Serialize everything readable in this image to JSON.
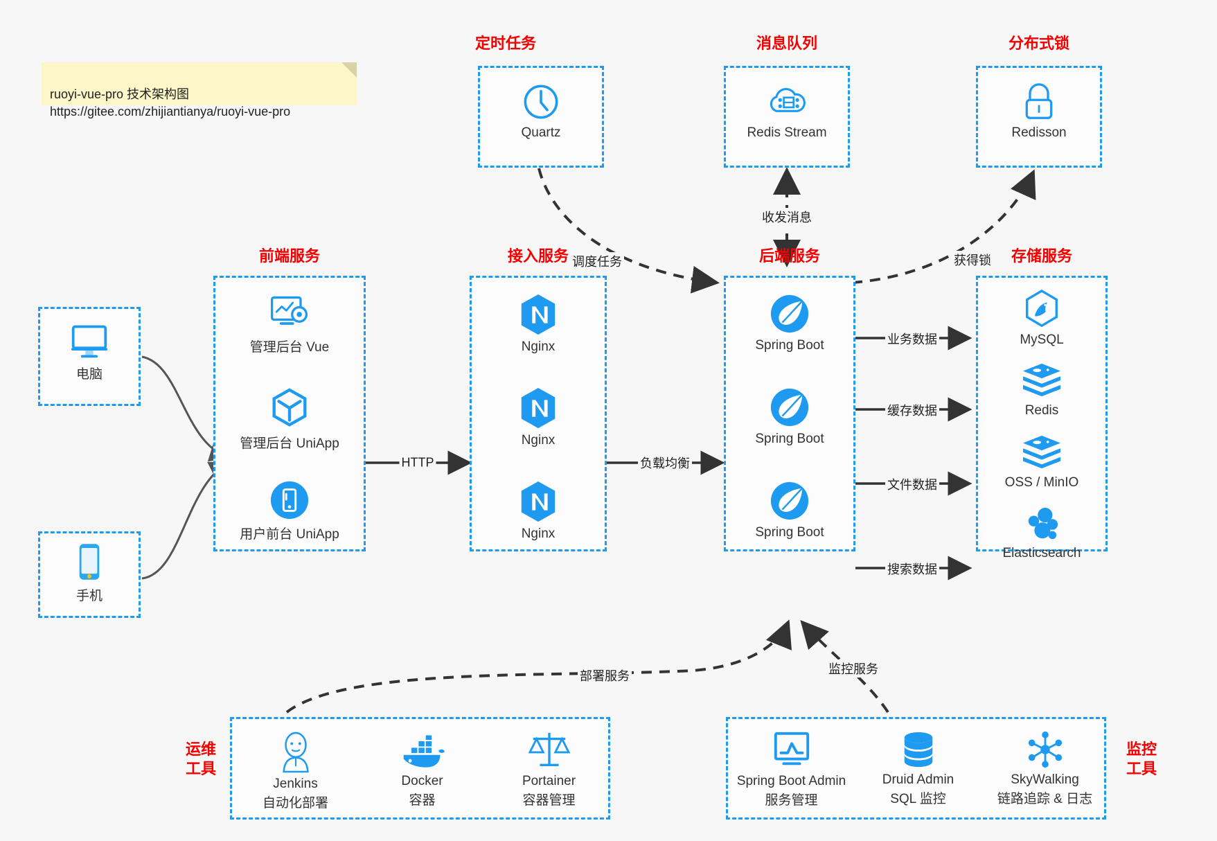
{
  "note": {
    "name": "diagram-note",
    "text": "ruoyi-vue-pro 技术架构图\nhttps://gitee.com/zhijiantianya/ruoyi-vue-pro"
  },
  "colors": {
    "accent_blue": "#1e9bf0",
    "title_red": "#f50000",
    "background": "#f7f7f7",
    "edge_dark": "#333333",
    "edge_gray": "#555555",
    "note_bg": "#fcf7c8"
  },
  "groups": {
    "scheduled_task": {
      "title": "定时任务",
      "items": [
        {
          "label": "Quartz",
          "icon": "clock-icon"
        }
      ]
    },
    "message_queue": {
      "title": "消息队列",
      "items": [
        {
          "label": "Redis Stream",
          "icon": "cloud-stream-icon"
        }
      ]
    },
    "distributed_lock": {
      "title": "分布式锁",
      "items": [
        {
          "label": "Redisson",
          "icon": "lock-icon"
        }
      ]
    },
    "clients": {
      "items": [
        {
          "label": "电脑",
          "icon": "desktop-monitor-icon"
        },
        {
          "label": "手机",
          "icon": "mobile-phone-icon"
        }
      ]
    },
    "frontend": {
      "title": "前端服务",
      "items": [
        {
          "label": "管理后台 Vue",
          "icon": "dashboard-gear-icon"
        },
        {
          "label": "管理后台 UniApp",
          "icon": "hexagon-cube-icon"
        },
        {
          "label": "用户前台 UniApp",
          "icon": "phone-circle-icon"
        }
      ]
    },
    "gateway": {
      "title": "接入服务",
      "items": [
        {
          "label": "Nginx",
          "icon": "nginx-icon"
        },
        {
          "label": "Nginx",
          "icon": "nginx-icon"
        },
        {
          "label": "Nginx",
          "icon": "nginx-icon"
        }
      ]
    },
    "backend": {
      "title": "后端服务",
      "items": [
        {
          "label": "Spring Boot",
          "icon": "spring-boot-icon"
        },
        {
          "label": "Spring Boot",
          "icon": "spring-boot-icon"
        },
        {
          "label": "Spring Boot",
          "icon": "spring-boot-icon"
        }
      ]
    },
    "storage": {
      "title": "存储服务",
      "items": [
        {
          "label": "MySQL",
          "icon": "mysql-icon"
        },
        {
          "label": "Redis",
          "icon": "redis-icon"
        },
        {
          "label": "OSS / MinIO",
          "icon": "oss-minio-icon"
        },
        {
          "label": "Elasticsearch",
          "icon": "elasticsearch-icon"
        }
      ]
    },
    "devops": {
      "title": "运维\n工具",
      "title_line1": "运维",
      "title_line2": "工具",
      "items": [
        {
          "label": "Jenkins",
          "sub": "自动化部署",
          "icon": "jenkins-icon"
        },
        {
          "label": "Docker",
          "sub": "容器",
          "icon": "docker-whale-icon"
        },
        {
          "label": "Portainer",
          "sub": "容器管理",
          "icon": "scales-icon"
        }
      ]
    },
    "monitoring": {
      "title_line1": "监控",
      "title_line2": "工具",
      "items": [
        {
          "label": "Spring Boot Admin",
          "sub": "服务管理",
          "icon": "monitor-chart-icon"
        },
        {
          "label": "Druid Admin",
          "sub": "SQL 监控",
          "icon": "database-stack-icon"
        },
        {
          "label": "SkyWalking",
          "sub": "链路追踪 & 日志",
          "icon": "skywalking-node-icon"
        }
      ]
    }
  },
  "edges": [
    {
      "label": "调度任务",
      "from": "scheduled_task",
      "to": "backend"
    },
    {
      "label": "收发消息",
      "from": "message_queue",
      "to": "backend"
    },
    {
      "label": "获得锁",
      "from": "backend",
      "to": "distributed_lock"
    },
    {
      "label": "HTTP",
      "from": "frontend",
      "to": "gateway"
    },
    {
      "label": "负载均衡",
      "from": "gateway",
      "to": "backend"
    },
    {
      "label": "业务数据",
      "from": "backend",
      "to": "MySQL"
    },
    {
      "label": "缓存数据",
      "from": "backend",
      "to": "Redis"
    },
    {
      "label": "文件数据",
      "from": "backend",
      "to": "OSS / MinIO"
    },
    {
      "label": "搜索数据",
      "from": "backend",
      "to": "Elasticsearch"
    },
    {
      "label": "部署服务",
      "from": "devops",
      "to": "backend"
    },
    {
      "label": "监控服务",
      "from": "monitoring",
      "to": "backend"
    }
  ]
}
